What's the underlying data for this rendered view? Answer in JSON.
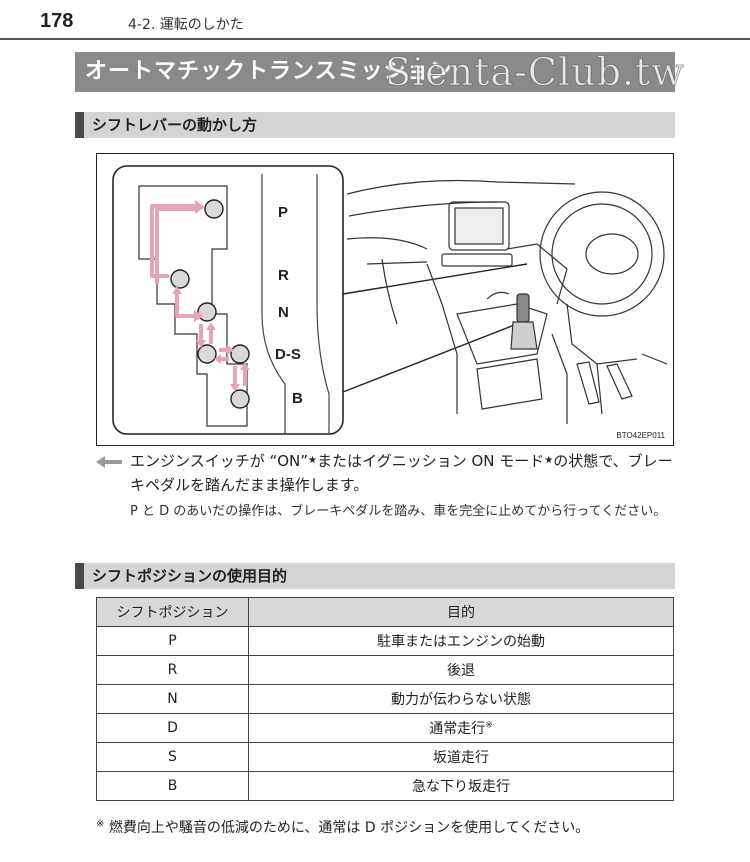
{
  "header": {
    "page_number": "178",
    "chapter": "4-2. 運転のしかた"
  },
  "title": "オートマチックトランスミッション",
  "watermark": "Sienta-Club.tw",
  "section1": {
    "heading": "シフトレバーの動かし方"
  },
  "figure": {
    "shift_letters": [
      "P",
      "R",
      "N",
      "D-S",
      "B"
    ],
    "code": "BTO42EP011"
  },
  "note": {
    "part1": "エンジンスイッチが “ON”",
    "star": "★",
    "part2": "またはイグニッション ON モード",
    "part3": "の状態で、ブレーキペダルを踏んだまま操作します。",
    "sub": "P と D のあいだの操作は、ブレーキペダルを踏み、車を完全に止めてから行ってください。"
  },
  "section2": {
    "heading": "シフトポジションの使用目的"
  },
  "table": {
    "headers": [
      "シフトポジション",
      "目的"
    ],
    "rows": [
      {
        "position": "P",
        "purpose": "駐車またはエンジンの始動"
      },
      {
        "position": "R",
        "purpose": "後退"
      },
      {
        "position": "N",
        "purpose": "動力が伝わらない状態"
      },
      {
        "position": "D",
        "purpose": "通常走行",
        "note_mark": "※"
      },
      {
        "position": "S",
        "purpose": "坂道走行"
      },
      {
        "position": "B",
        "purpose": "急な下り坂走行"
      }
    ]
  },
  "footnote": {
    "mark": "※",
    "text": " 燃費向上や騒音の低減のために、通常は D ポジションを使用してください。"
  },
  "colors": {
    "arrow_pink": "#e8a3bc",
    "title_bg": "#8a8a8a",
    "section_bg": "#d4d4d4"
  }
}
